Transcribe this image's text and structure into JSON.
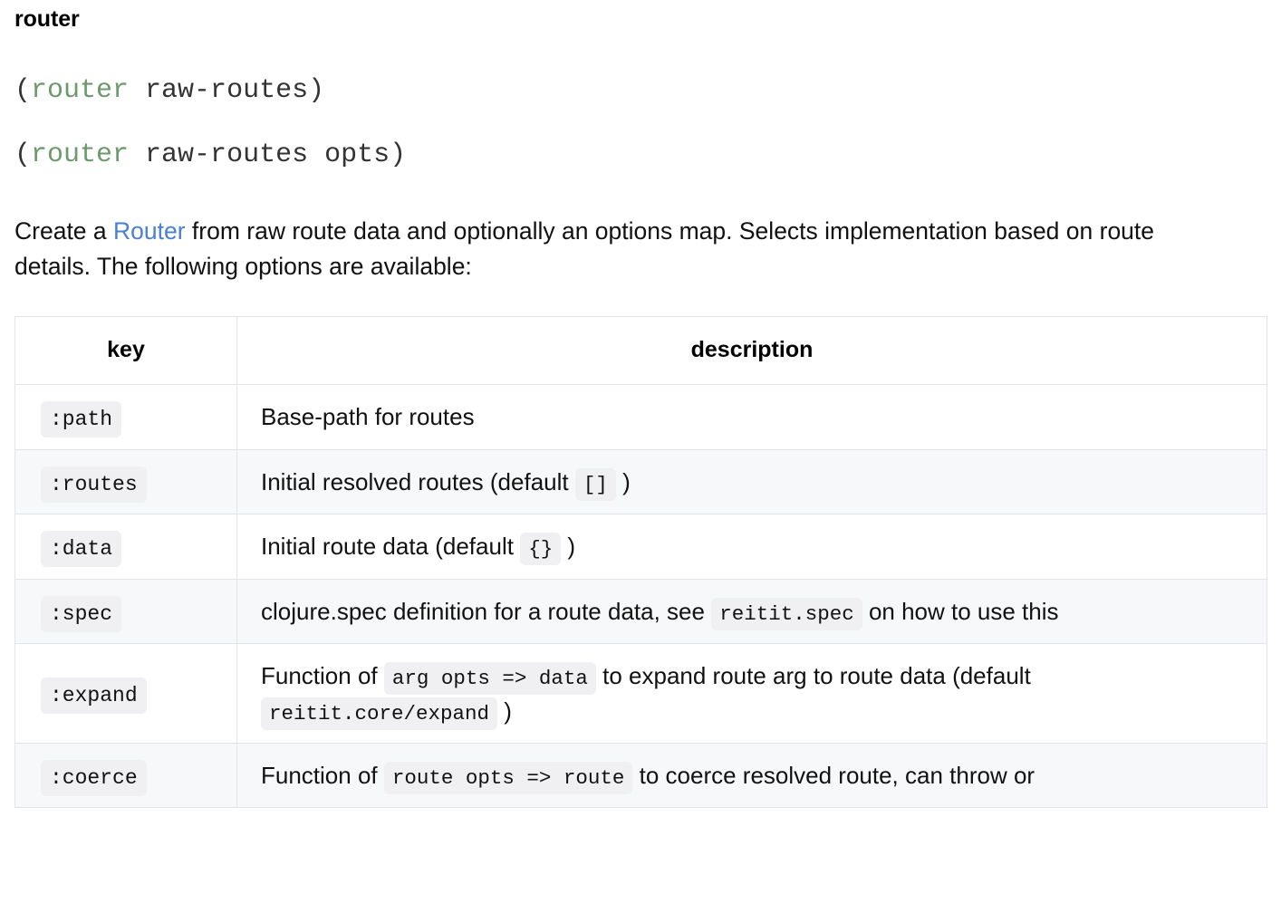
{
  "page": {
    "title": "router",
    "signatures": [
      {
        "open": "(",
        "name": "router",
        "args": " raw-routes",
        "close": ")"
      },
      {
        "open": "(",
        "name": "router",
        "args": " raw-routes opts",
        "close": ")"
      }
    ],
    "description": {
      "before_link": "Create a ",
      "link_text": "Router",
      "after_link": " from raw route data and optionally an options map. Selects implementation based on route details. The following options are available:"
    }
  },
  "colors": {
    "link": "#4a7fd4",
    "code_name": "#6c9a6c",
    "code_text": "#333333",
    "chip_bg": "#f0f0f2",
    "row_stripe": "#f7f8f9",
    "table_border": "#e2e4e8"
  },
  "table": {
    "headers": [
      "key",
      "description"
    ],
    "rows": [
      {
        "key": ":path",
        "stripe": false,
        "parts": [
          {
            "type": "text",
            "value": "Base-path for routes"
          }
        ]
      },
      {
        "key": ":routes",
        "stripe": true,
        "parts": [
          {
            "type": "text",
            "value": "Initial resolved routes (default "
          },
          {
            "type": "code",
            "value": "[]"
          },
          {
            "type": "text",
            "value": " )"
          }
        ]
      },
      {
        "key": ":data",
        "stripe": false,
        "parts": [
          {
            "type": "text",
            "value": "Initial route data (default "
          },
          {
            "type": "code",
            "value": "{}"
          },
          {
            "type": "text",
            "value": " )"
          }
        ]
      },
      {
        "key": ":spec",
        "stripe": true,
        "parts": [
          {
            "type": "text",
            "value": "clojure.spec definition for a route data, see "
          },
          {
            "type": "code",
            "value": "reitit.spec"
          },
          {
            "type": "text",
            "value": " on how to use this"
          }
        ]
      },
      {
        "key": ":expand",
        "stripe": false,
        "parts": [
          {
            "type": "text",
            "value": "Function of "
          },
          {
            "type": "code",
            "value": "arg opts => data"
          },
          {
            "type": "text",
            "value": " to expand route arg to route data (default "
          },
          {
            "type": "code",
            "value": "reitit.core/expand"
          },
          {
            "type": "text",
            "value": " )"
          }
        ]
      },
      {
        "key": ":coerce",
        "stripe": true,
        "parts": [
          {
            "type": "text",
            "value": "Function of "
          },
          {
            "type": "code",
            "value": "route opts => route"
          },
          {
            "type": "text",
            "value": " to coerce resolved route, can throw or"
          }
        ]
      }
    ]
  }
}
